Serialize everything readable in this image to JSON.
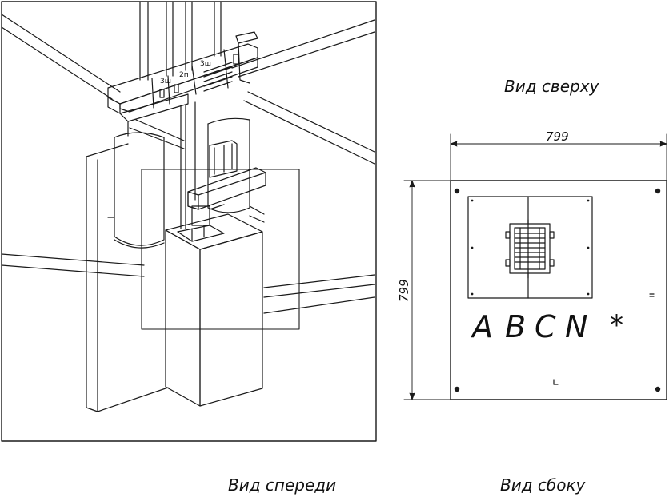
{
  "captions": {
    "top_view": "Вид сверху",
    "front_view": "Вид спереди",
    "side_view": "Вид сбоку"
  },
  "dimensions": {
    "width": "799",
    "height": "799"
  },
  "phase_letters": [
    "A",
    "B",
    "C",
    "N"
  ],
  "ground_symbol": "*",
  "bus_labels": [
    "3ш",
    "2п",
    "3ш"
  ],
  "colors": {
    "line": "#1a1a1a",
    "background": "#ffffff"
  }
}
